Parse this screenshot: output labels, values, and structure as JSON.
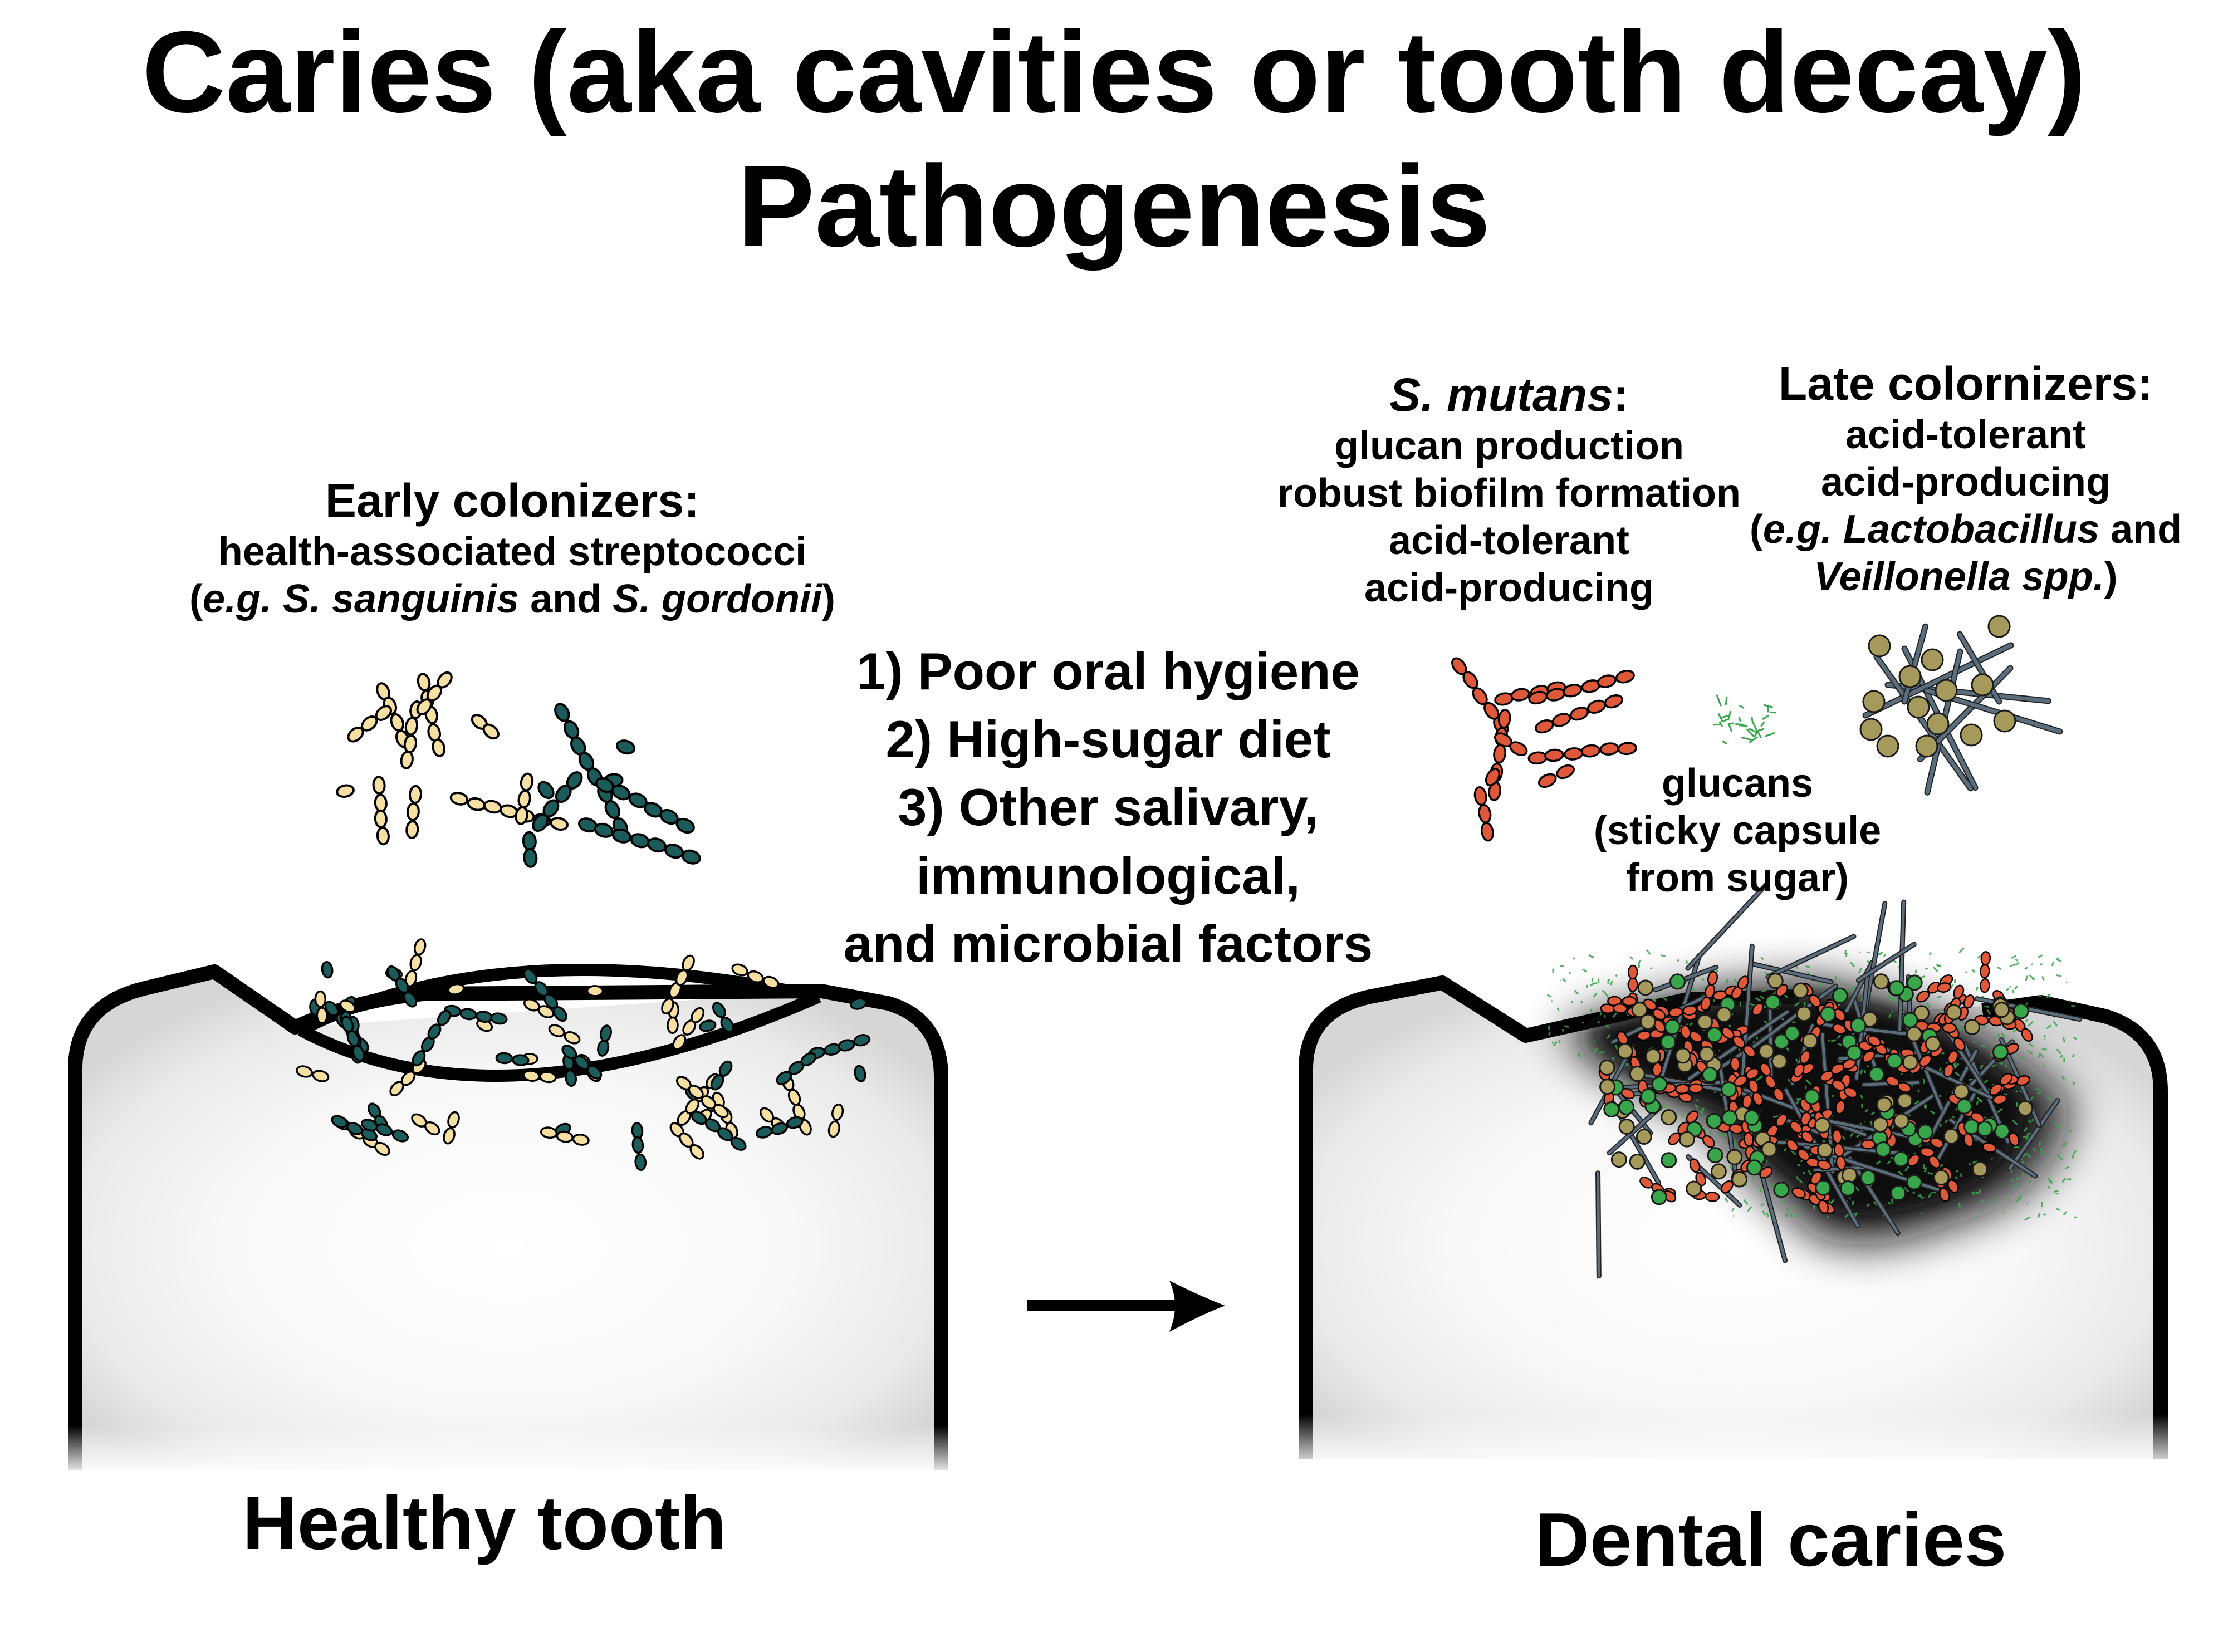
{
  "title": {
    "line1": "Caries (aka cavities or tooth decay)",
    "line2": "Pathogenesis"
  },
  "early_colonizers": {
    "heading": "Early colonizers:",
    "line1": "health-associated streptococci",
    "line2_pre": "(",
    "line2_eg": "e.g. S. sanguinis",
    "line2_and": " and ",
    "line2_sp": "S. gordonii",
    "line2_post": ")"
  },
  "risk_factors": [
    "1) Poor oral hygiene",
    "2) High-sugar diet",
    "3) Other salivary,",
    "immunological,",
    "and microbial factors"
  ],
  "s_mutans": {
    "name": "S. mutans",
    "colon": ":",
    "traits": [
      "glucan production",
      "robust biofilm formation",
      "acid-tolerant",
      "acid-producing"
    ]
  },
  "late_colonizers": {
    "heading": "Late colornizers:",
    "line1": "acid-tolerant",
    "line2": "acid-producing",
    "line3_pre": "(",
    "line3_eg": "e.g. Lactobacillus",
    "line3_and": " and",
    "line4_sp": "Veillonella spp.",
    "line4_post": ")"
  },
  "glucans": {
    "line1": "glucans",
    "line2": "(sticky capsule",
    "line3": "from sugar)"
  },
  "panels": {
    "healthy": "Healthy tooth",
    "caries": "Dental caries"
  },
  "colors": {
    "early_bacteria_tan": "#f5dfa3",
    "early_bacteria_teal": "#1b5b5a",
    "s_mutans_orange": "#e0583a",
    "glucan_green": "#3aa64c",
    "late_olive": "#a5995c",
    "late_rod_slate": "#5b6e7e",
    "tooth_fill": "#e6e6e6",
    "decay_shadow": "#1a1a1a"
  }
}
